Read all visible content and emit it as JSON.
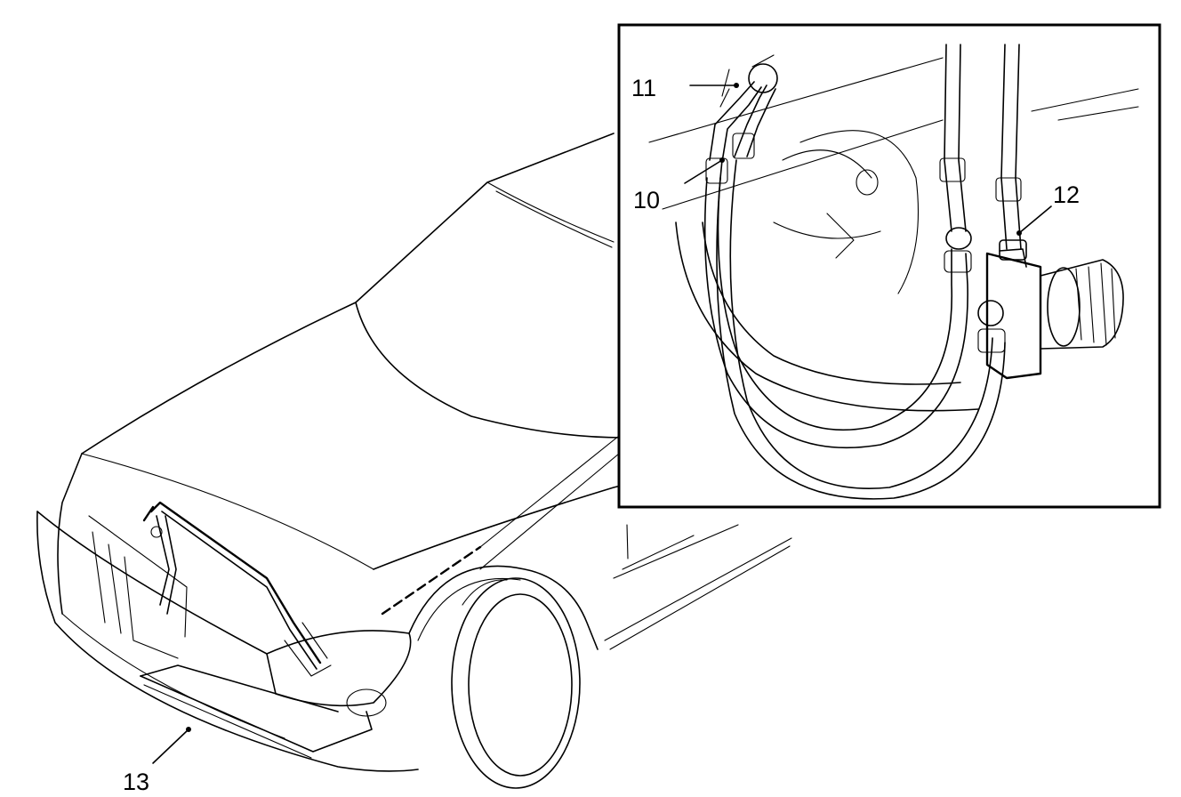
{
  "callouts": {
    "c10": "10",
    "c11": "11",
    "c12": "12",
    "c13": "13"
  },
  "colors": {
    "line": "#000000",
    "background": "#ffffff"
  }
}
